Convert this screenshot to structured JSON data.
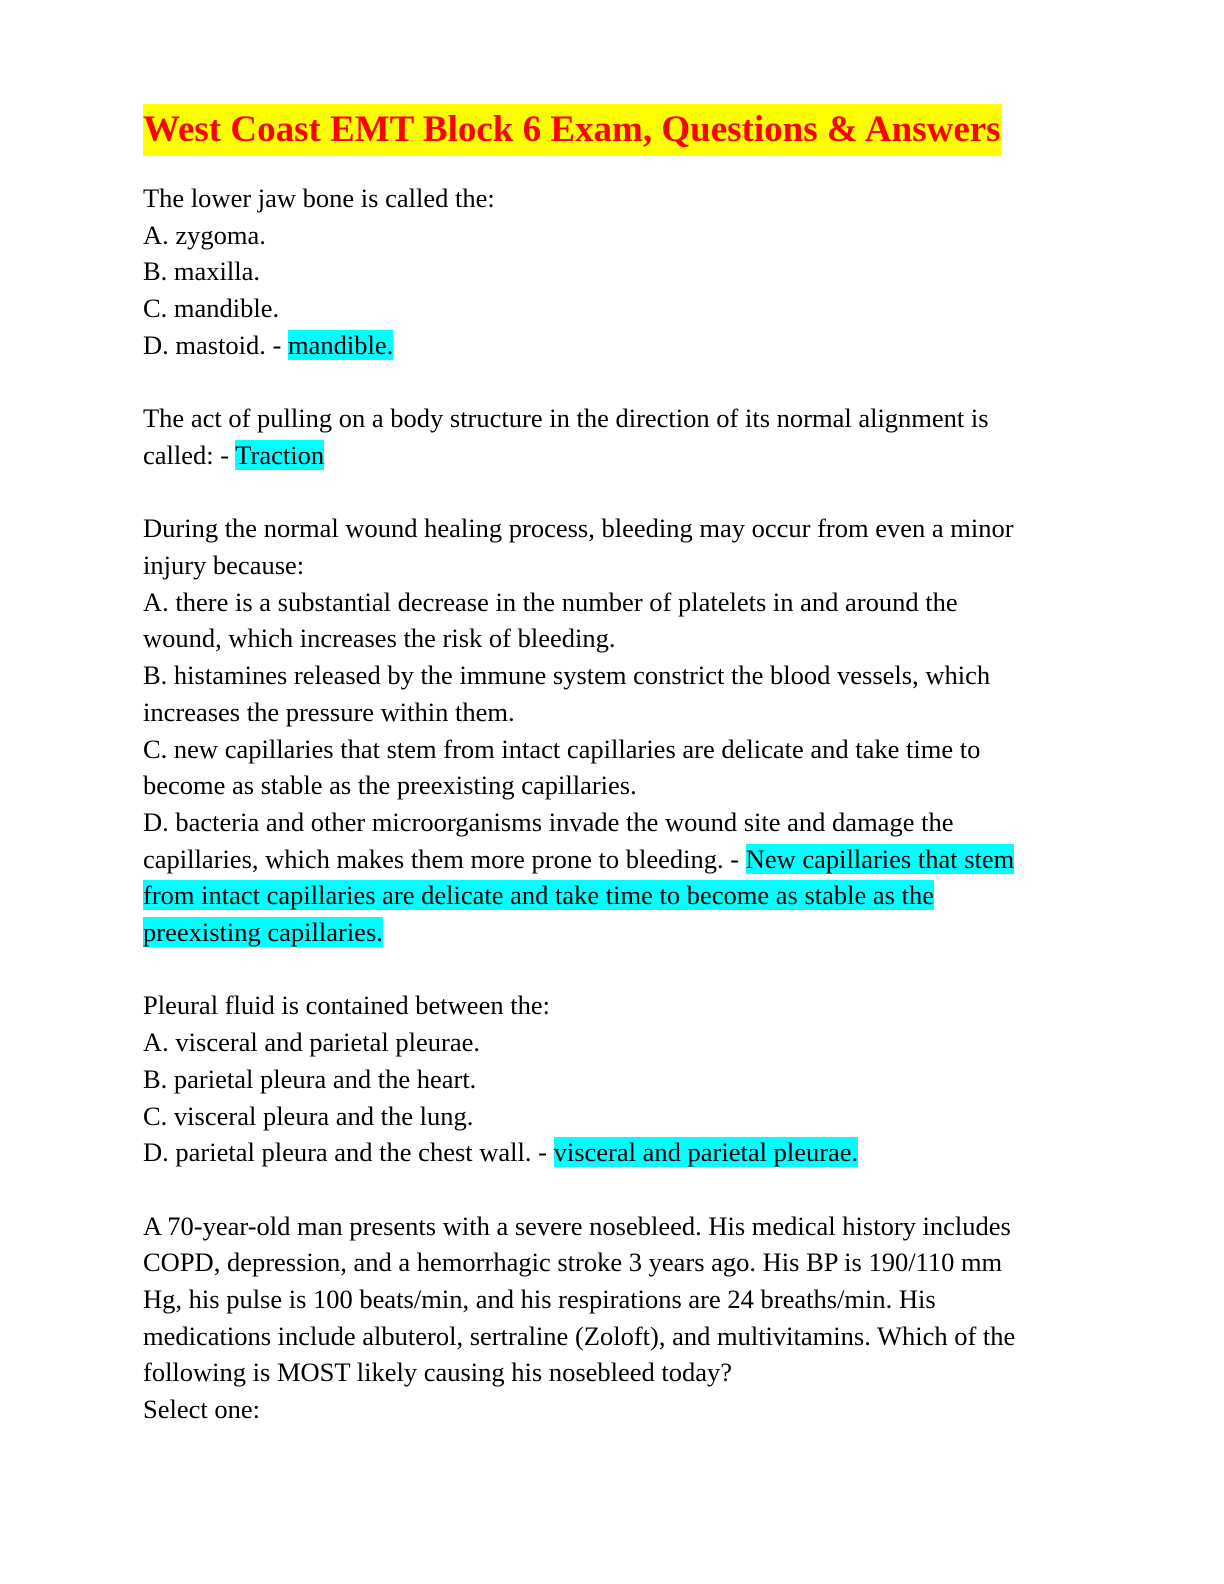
{
  "document": {
    "title": "West Coast EMT Block 6 Exam, Questions & Answers",
    "title_color": "#ff0000",
    "title_highlight": "#ffff00",
    "answer_highlight": "#00ffff"
  },
  "questions": [
    {
      "lines": [
        "The lower jaw bone is called the:",
        "A. zygoma.",
        "B. maxilla.",
        "C. mandible."
      ],
      "last_line_prefix": "D. mastoid. - ",
      "answer_lines": [
        "mandible."
      ]
    },
    {
      "lines": [
        "The act of pulling on a body structure in the direction of its normal alignment is"
      ],
      "last_line_prefix": "called: - ",
      "answer_lines": [
        "Traction"
      ]
    },
    {
      "lines": [
        "During the normal wound healing process, bleeding may occur from even a minor",
        "injury because:",
        "A. there is a substantial decrease in the number of platelets in and around the",
        "wound, which increases the risk of bleeding.",
        "B. histamines released by the immune system constrict the blood vessels, which",
        "increases the pressure within them.",
        "C. new capillaries that stem from intact capillaries are delicate and take time to",
        "become as stable as the preexisting capillaries.",
        "D. bacteria and other microorganisms invade the wound site and damage the"
      ],
      "last_line_prefix": "capillaries, which makes them more prone to bleeding. - ",
      "answer_lines": [
        "New capillaries that stem",
        "from intact capillaries are delicate and take time to become as stable as the",
        "preexisting capillaries."
      ]
    },
    {
      "lines": [
        "Pleural fluid is contained between the:",
        "A. visceral and parietal pleurae.",
        "B. parietal pleura and the heart.",
        "C. visceral pleura and the lung."
      ],
      "last_line_prefix": "D. parietal pleura and the chest wall. - ",
      "answer_lines": [
        "visceral and parietal pleurae."
      ]
    },
    {
      "lines": [
        "A 70-year-old man presents with a severe nosebleed. His medical history includes",
        "COPD, depression, and a hemorrhagic stroke 3 years ago. His BP is 190/110 mm",
        "Hg, his pulse is 100 beats/min, and his respirations are 24 breaths/min. His",
        "medications include albuterol, sertraline (Zoloft), and multivitamins. Which of the",
        "following is MOST likely causing his nosebleed today?",
        "Select one:"
      ]
    }
  ]
}
